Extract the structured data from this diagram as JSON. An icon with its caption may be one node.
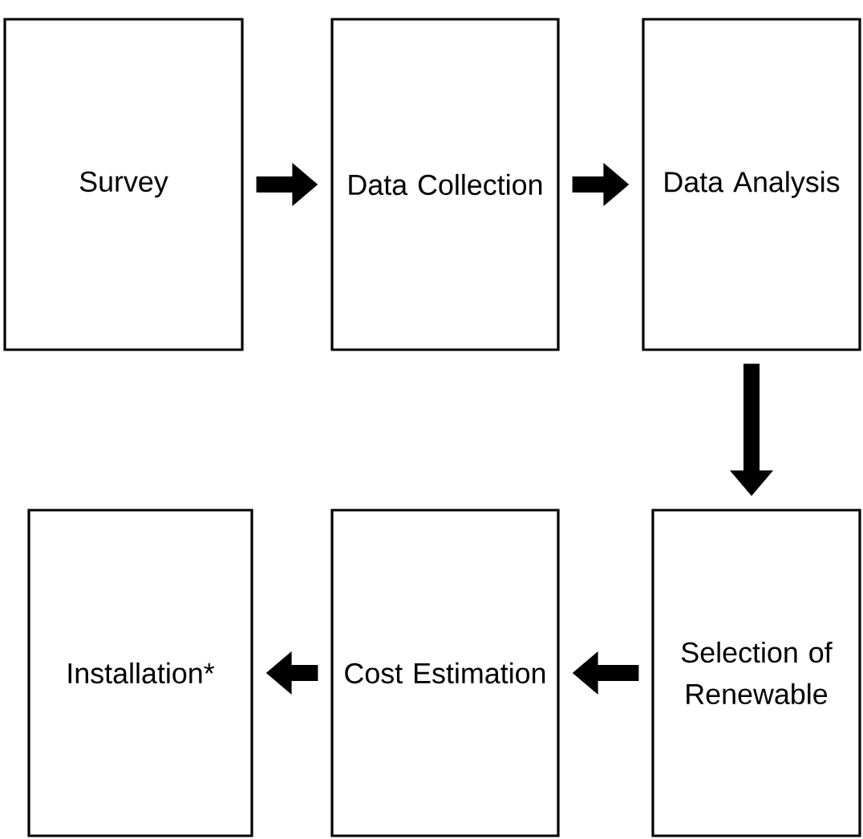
{
  "diagram": {
    "nodes": [
      {
        "text": [
          "Survey"
        ]
      },
      {
        "text": [
          "Data Collection"
        ]
      },
      {
        "text": [
          "Data Analysis"
        ]
      },
      {
        "text": [
          "Selection of Renewable"
        ]
      },
      {
        "text": [
          "Cost Estimation"
        ]
      },
      {
        "text": [
          "Installation*"
        ]
      }
    ],
    "edges": [
      {
        "from": 0,
        "to": 1,
        "arrow": "to"
      },
      {
        "from": 1,
        "to": 2,
        "arrow": "to"
      },
      {
        "from": 2,
        "to": 3,
        "arrow": "to"
      },
      {
        "from": 3,
        "to": 4,
        "arrow": "to"
      },
      {
        "from": 4,
        "to": 5,
        "arrow": "to"
      }
    ]
  }
}
